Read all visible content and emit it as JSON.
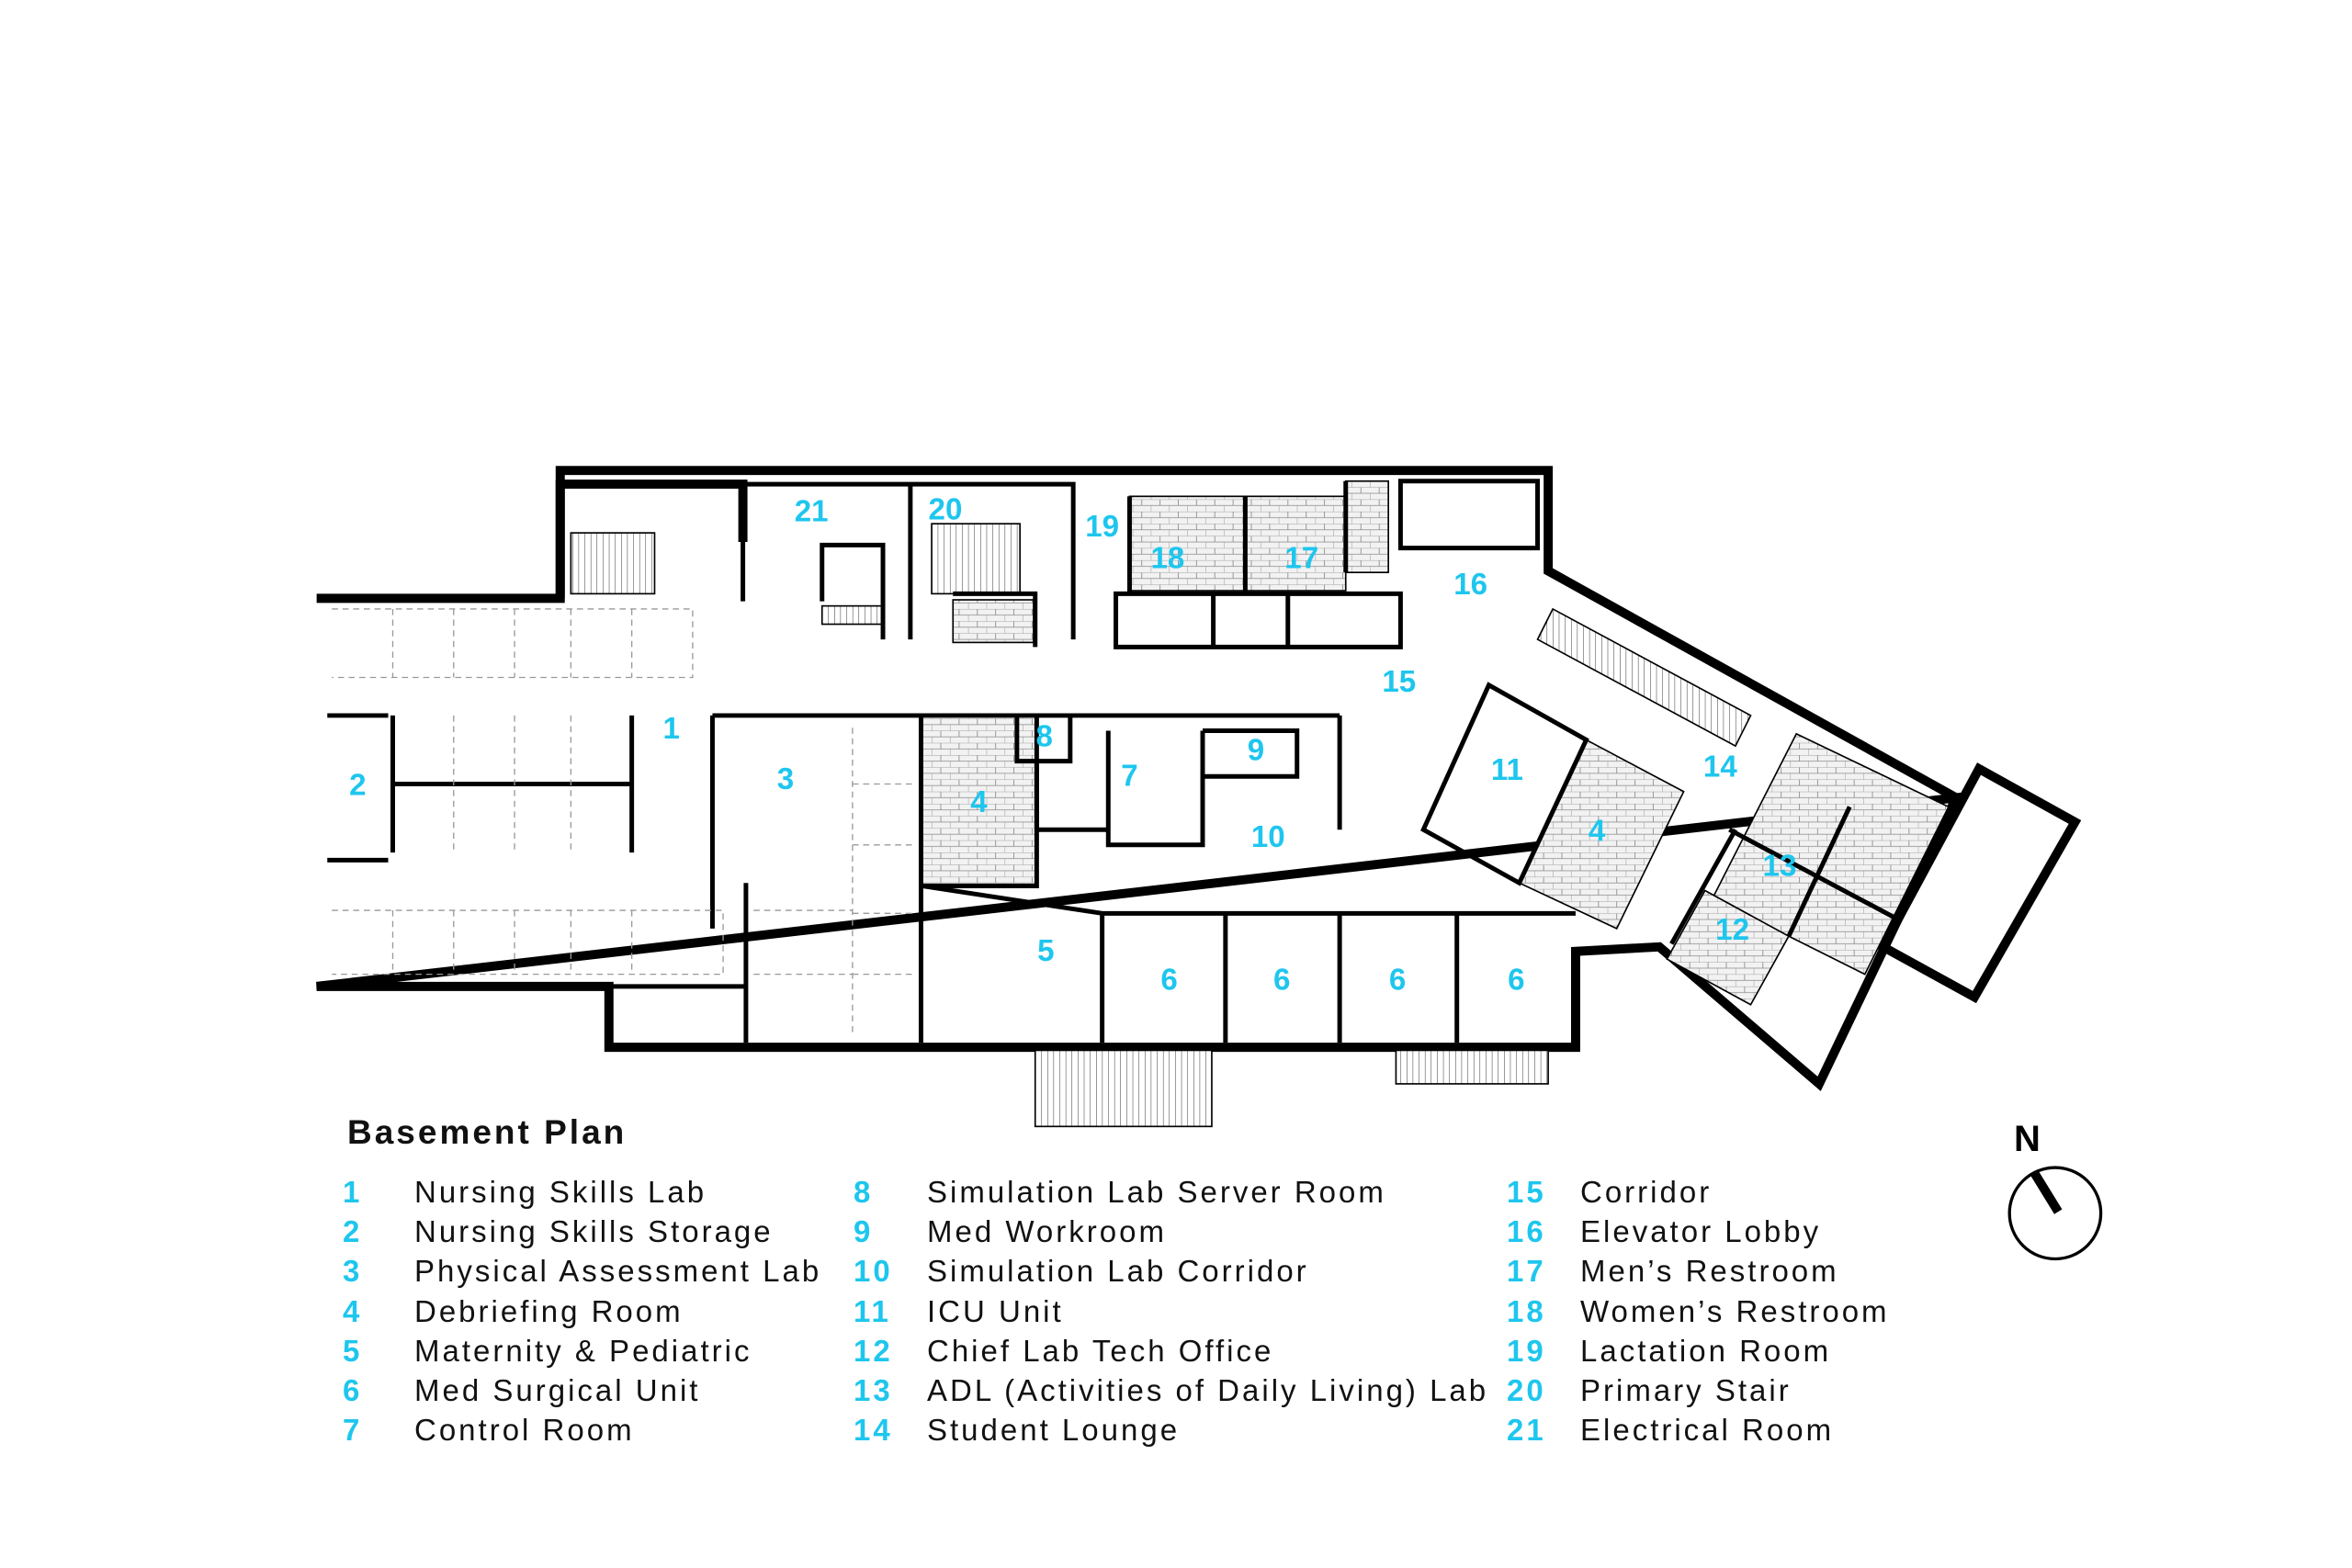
{
  "colors": {
    "accent": "#1ec6ee",
    "wall": "#000000"
  },
  "plan_title": "Basement Plan",
  "compass": {
    "label": "N",
    "icon": "north-arrow-icon"
  },
  "room_labels": {
    "r1": "1",
    "r2": "2",
    "r3": "3",
    "r4a": "4",
    "r4b": "4",
    "r5": "5",
    "r6a": "6",
    "r6b": "6",
    "r6c": "6",
    "r6d": "6",
    "r7": "7",
    "r8": "8",
    "r9": "9",
    "r10": "10",
    "r11": "11",
    "r12": "12",
    "r13": "13",
    "r14": "14",
    "r15": "15",
    "r16": "16",
    "r17": "17",
    "r18": "18",
    "r19": "19",
    "r20": "20",
    "r21": "21"
  },
  "legend": [
    {
      "num": "1",
      "name": "Nursing Skills Lab"
    },
    {
      "num": "2",
      "name": "Nursing Skills Storage"
    },
    {
      "num": "3",
      "name": "Physical Assessment Lab"
    },
    {
      "num": "4",
      "name": "Debriefing Room"
    },
    {
      "num": "5",
      "name": "Maternity & Pediatric"
    },
    {
      "num": "6",
      "name": "Med Surgical Unit"
    },
    {
      "num": "7",
      "name": "Control Room"
    },
    {
      "num": "8",
      "name": "Simulation Lab Server Room"
    },
    {
      "num": "9",
      "name": "Med Workroom"
    },
    {
      "num": "10",
      "name": "Simulation Lab Corridor"
    },
    {
      "num": "11",
      "name": "ICU Unit"
    },
    {
      "num": "12",
      "name": "Chief Lab Tech Office"
    },
    {
      "num": "13",
      "name": "ADL (Activities of Daily Living) Lab"
    },
    {
      "num": "14",
      "name": "Student Lounge"
    },
    {
      "num": "15",
      "name": "Corridor"
    },
    {
      "num": "16",
      "name": "Elevator Lobby"
    },
    {
      "num": "17",
      "name": "Men’s Restroom"
    },
    {
      "num": "18",
      "name": "Women’s Restroom"
    },
    {
      "num": "19",
      "name": "Lactation Room"
    },
    {
      "num": "20",
      "name": "Primary Stair"
    },
    {
      "num": "21",
      "name": "Electrical Room"
    }
  ]
}
